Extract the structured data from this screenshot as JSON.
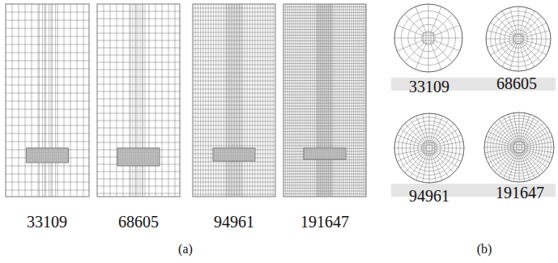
{
  "diagram": {
    "labels": [
      "33109",
      "68605",
      "94961",
      "191647",
      "(a)",
      "33109",
      "68605",
      "94961",
      "191647",
      "(b)"
    ]
  }
}
